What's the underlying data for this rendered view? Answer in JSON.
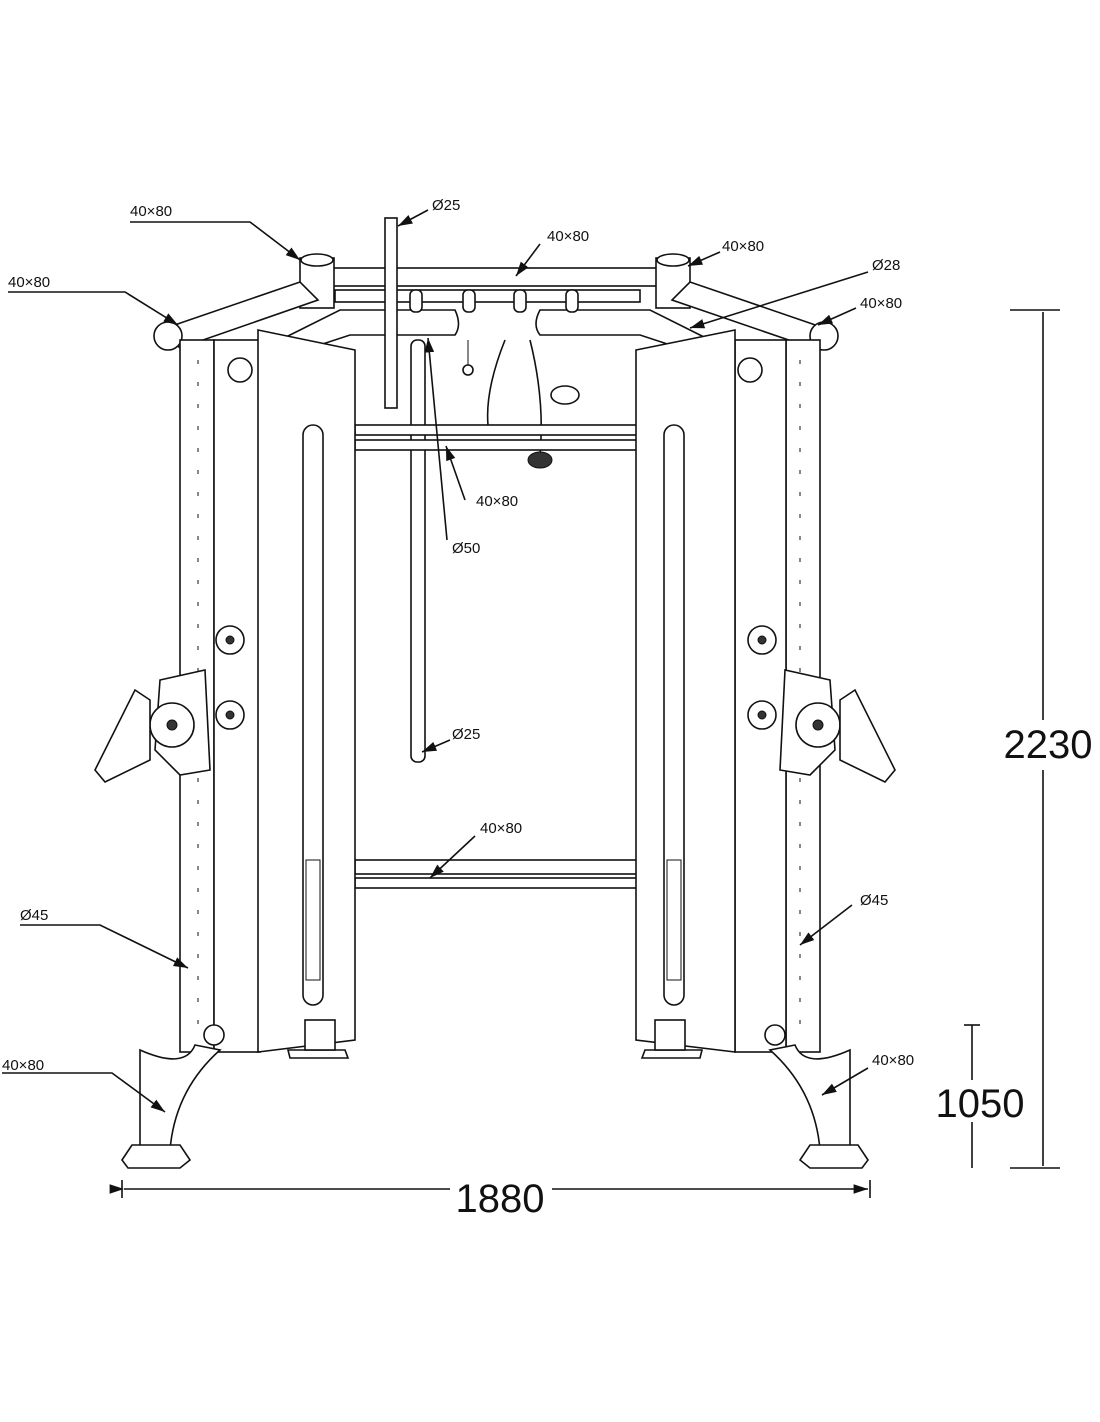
{
  "title": "Functional trainer dimension drawing",
  "labels": {
    "top_left_upright": "40×80",
    "top_left_arm": "40×80",
    "top_rod": "Ø25",
    "top_crossbar": "40×80",
    "top_right_upright": "40×80",
    "pullup_bar": "Ø28",
    "top_right_arm": "40×80",
    "rear_upper_crossbar": "40×80",
    "rod_lower": "Ø50",
    "rod_end": "Ø25",
    "rear_lower_crossbar": "40×80",
    "left_column": "Ø45",
    "right_column": "Ø45",
    "left_foot": "40×80",
    "right_foot": "40×80"
  },
  "dimensions": {
    "width": "1880",
    "height": "2230",
    "foot_height": "1050"
  }
}
